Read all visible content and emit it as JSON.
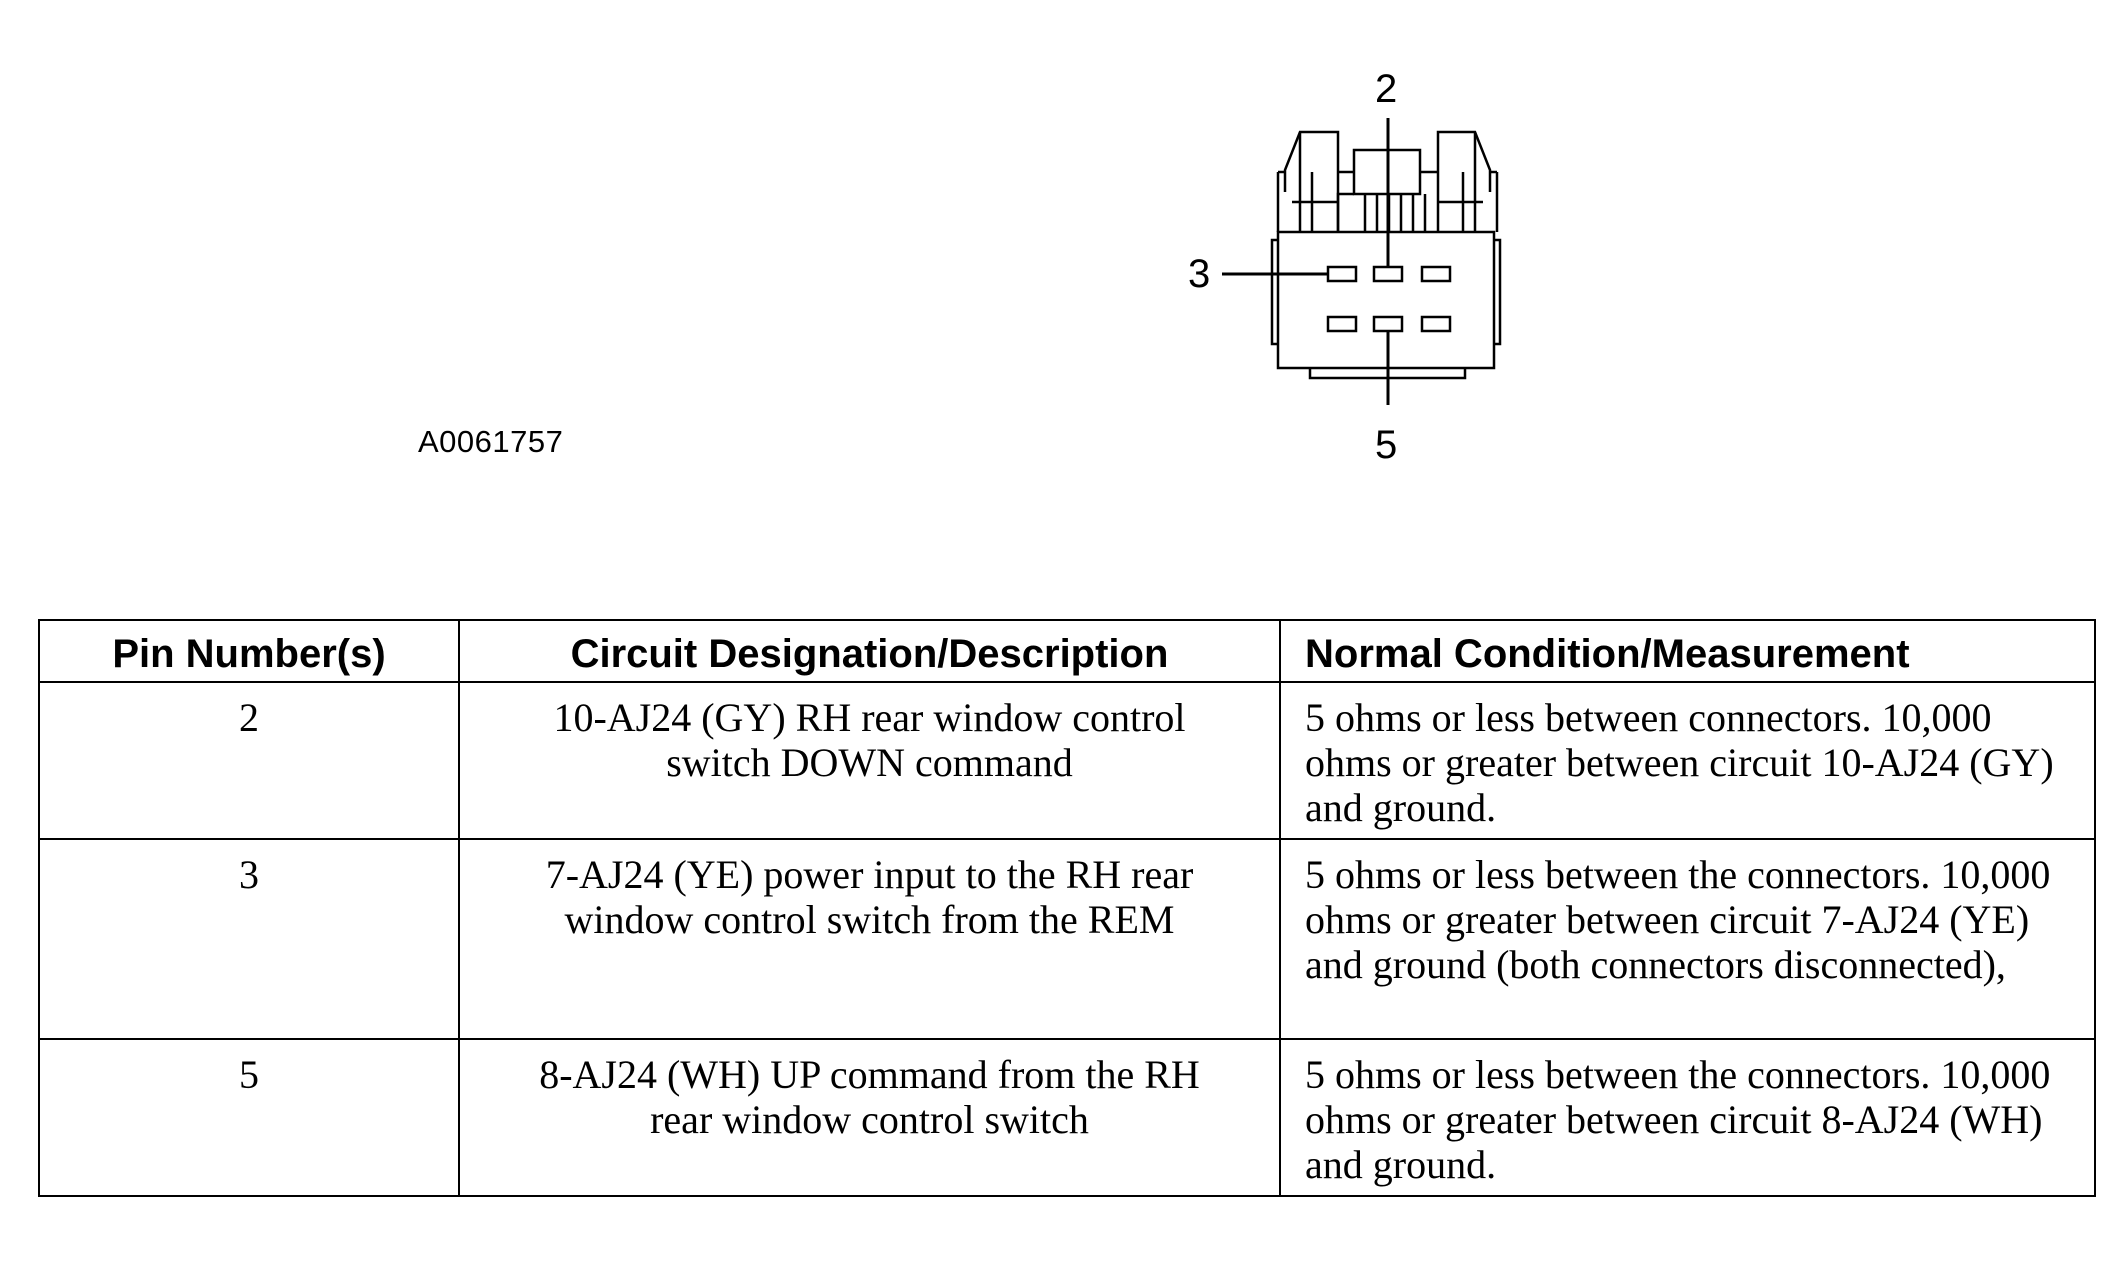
{
  "figure": {
    "id": "A0061757",
    "callouts": {
      "top": "2",
      "left": "3",
      "bottom": "5"
    }
  },
  "table": {
    "headers": [
      "Pin Number(s)",
      "Circuit Designation/Description",
      "Normal Condition/Measurement"
    ],
    "rows": [
      {
        "pin": "2",
        "description": "10-AJ24 (GY) RH rear window control switch DOWN command",
        "measurement": "5 ohms or less between connectors. 10,000 ohms or greater between circuit 10-AJ24 (GY) and ground."
      },
      {
        "pin": "3",
        "description": "7-AJ24 (YE) power input to the RH rear window control switch from the REM",
        "measurement": "5 ohms or less between the connectors. 10,000 ohms or greater between circuit 7-AJ24 (YE) and ground (both connectors disconnected),"
      },
      {
        "pin": "5",
        "description": "8-AJ24 (WH) UP command from the RH rear window control switch",
        "measurement": "5 ohms or less between the connectors. 10,000 ohms or greater between circuit 8-AJ24 (WH) and ground."
      }
    ]
  }
}
